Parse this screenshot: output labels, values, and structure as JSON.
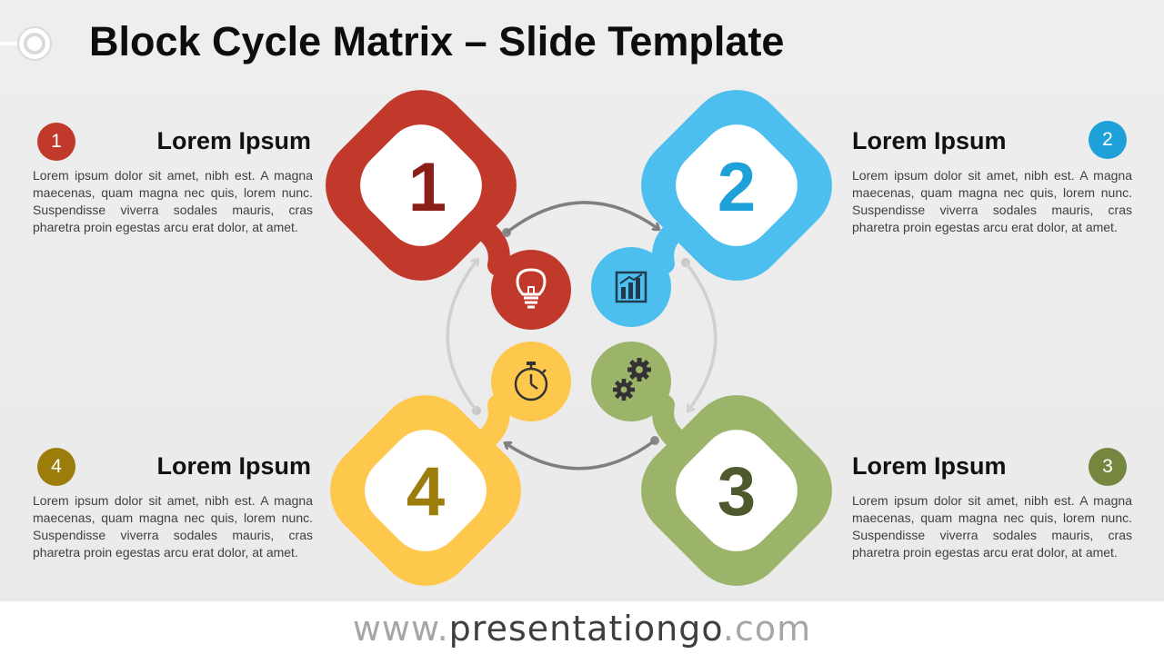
{
  "title": "Block Cycle Matrix – Slide Template",
  "colors": {
    "red": "#c0392b",
    "blue": "#4cbfef",
    "green": "#9bb46a",
    "yellow": "#fec84d"
  },
  "blocks": [
    {
      "number": "1",
      "heading": "Lorem Ipsum",
      "body": "Lorem ipsum dolor sit amet, nibh est. A magna maecenas, quam magna nec quis, lorem nunc. Suspendisse viverra sodales mauris, cras pharetra proin egestas arcu erat dolor, at amet.",
      "icon": "lightbulb-icon",
      "color": "#c0392b"
    },
    {
      "number": "2",
      "heading": "Lorem Ipsum",
      "body": "Lorem ipsum dolor sit amet, nibh est. A magna maecenas, quam magna nec quis, lorem nunc. Suspendisse viverra sodales mauris, cras pharetra proin egestas arcu erat dolor, at amet.",
      "icon": "bar-chart-icon",
      "color": "#4cbfef"
    },
    {
      "number": "3",
      "heading": "Lorem Ipsum",
      "body": "Lorem ipsum dolor sit amet, nibh est. A magna maecenas, quam magna nec quis, lorem nunc. Suspendisse viverra sodales mauris, cras pharetra proin egestas arcu erat dolor, at amet.",
      "icon": "gears-icon",
      "color": "#9bb46a"
    },
    {
      "number": "4",
      "heading": "Lorem Ipsum",
      "body": "Lorem ipsum dolor sit amet, nibh est. A magna maecenas, quam magna nec quis, lorem nunc. Suspendisse viverra sodales mauris, cras pharetra proin egestas arcu erat dolor, at amet.",
      "icon": "stopwatch-icon",
      "color": "#fec84d"
    }
  ],
  "footer": {
    "prefix": "www.",
    "brand": "presentationgo",
    "suffix": ".com"
  }
}
